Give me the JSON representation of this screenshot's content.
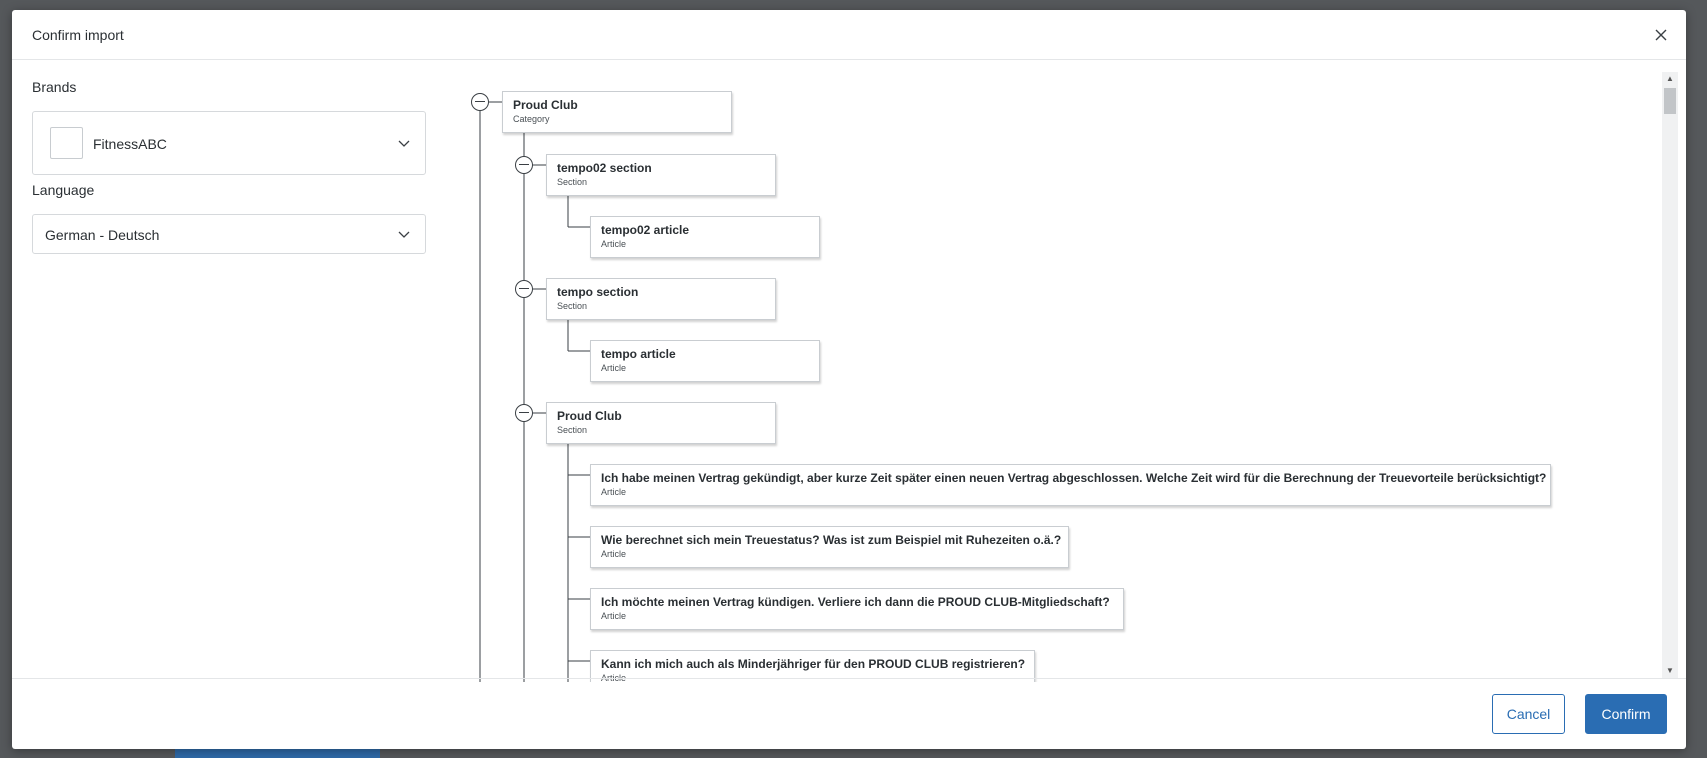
{
  "modal": {
    "title": "Confirm import",
    "close_icon": "close-icon"
  },
  "brands": {
    "label": "Brands",
    "value": "FitnessABC"
  },
  "language": {
    "label": "Language",
    "value": "German - Deutsch"
  },
  "tree": [
    {
      "title": "Proud Club",
      "type": "Category",
      "level": 0
    },
    {
      "title": "tempo02 section",
      "type": "Section",
      "level": 1
    },
    {
      "title": "tempo02 article",
      "type": "Article",
      "level": 2
    },
    {
      "title": "tempo section",
      "type": "Section",
      "level": 1
    },
    {
      "title": "tempo article",
      "type": "Article",
      "level": 2
    },
    {
      "title": "Proud Club",
      "type": "Section",
      "level": 1
    },
    {
      "title": "Ich habe meinen Vertrag gekündigt, aber kurze Zeit später einen neuen Vertrag abgeschlossen. Welche Zeit wird für die Berechnung der Treuevorteile berücksichtigt?",
      "type": "Article",
      "level": 2
    },
    {
      "title": "Wie berechnet sich mein Treuestatus? Was ist zum Beispiel mit Ruhezeiten o.ä.?",
      "type": "Article",
      "level": 2
    },
    {
      "title": "Ich möchte meinen Vertrag kündigen. Verliere ich dann die PROUD CLUB-Mitgliedschaft?",
      "type": "Article",
      "level": 2
    },
    {
      "title": "Kann ich mich auch als Minderjähriger für den PROUD CLUB registrieren?",
      "type": "Article",
      "level": 2
    }
  ],
  "footer": {
    "cancel_label": "Cancel",
    "confirm_label": "Confirm"
  },
  "colors": {
    "primary": "#2a6db3",
    "border": "#c9cdd1",
    "overlay": "#3a3f44"
  }
}
